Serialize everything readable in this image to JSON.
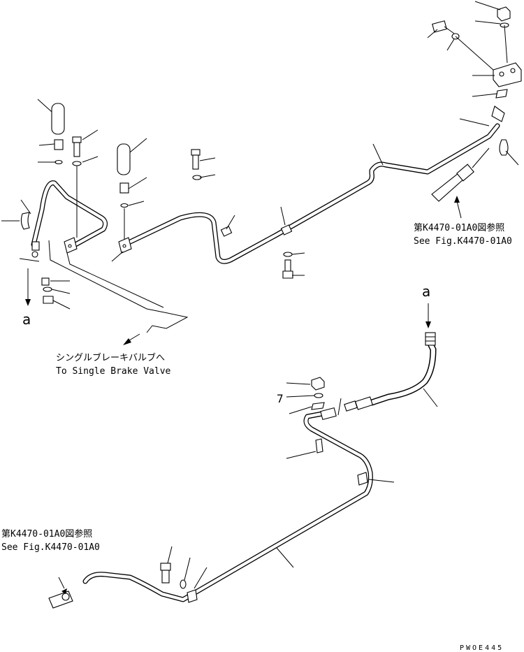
{
  "labels": {
    "ref_top_jp": "第K4470-01A0図参照",
    "ref_top_en": "See Fig.K4470-01A0",
    "ref_bottom_jp": "第K4470-01A0図参照",
    "ref_bottom_en": "See Fig.K4470-01A0",
    "to_valve_jp": "シングルブレーキバルブへ",
    "to_valve_en": "To Single Brake Valve",
    "marker_a_left": "a",
    "marker_a_right": "a",
    "num_7": "7",
    "drawing_code": "PWOE445"
  }
}
